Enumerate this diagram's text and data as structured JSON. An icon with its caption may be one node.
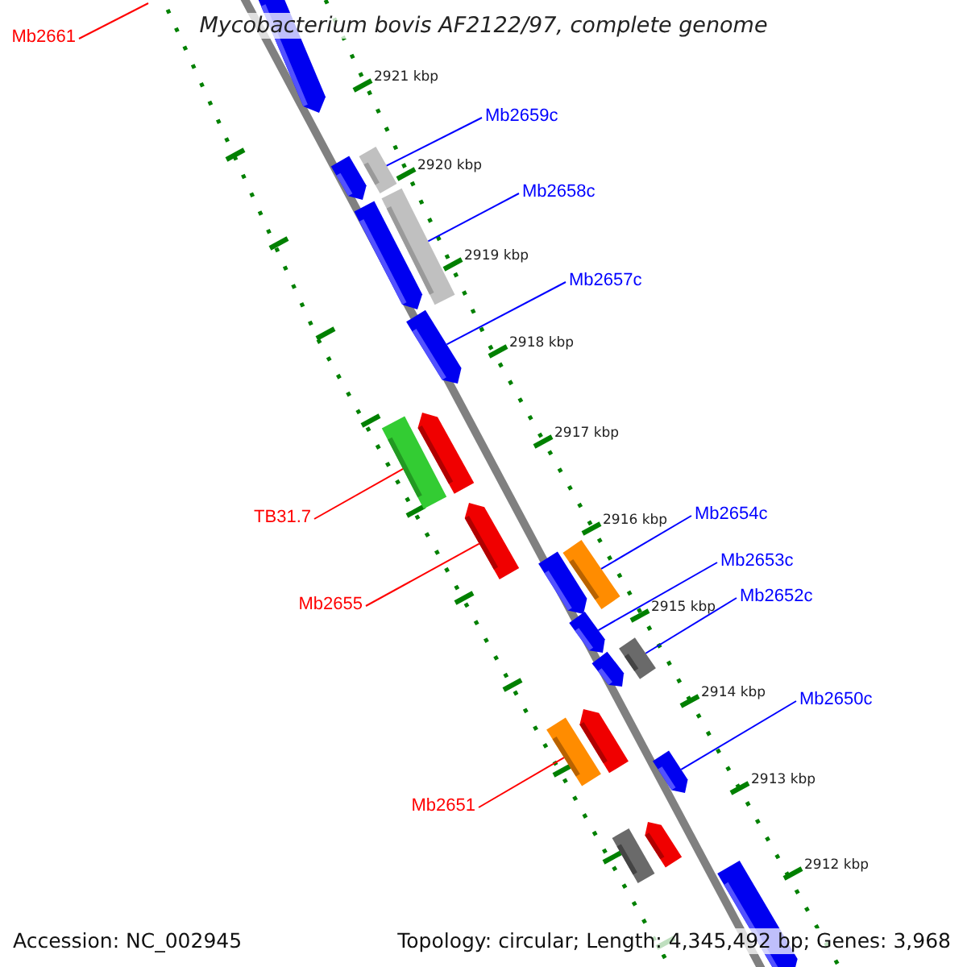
{
  "diagram": {
    "title": "Mycobacterium bovis AF2122/97, complete genome",
    "nodes": [
      {
        "text": [],
        "shape": "arrow"
      },
      {
        "text": [],
        "shape": "arrow"
      },
      {
        "text": [],
        "shape": "bar"
      },
      {
        "text": [],
        "shape": "arrow"
      },
      {
        "text": [],
        "shape": "bar"
      },
      {
        "text": [],
        "shape": "arrow"
      },
      {
        "text": [],
        "shape": "bar"
      },
      {
        "text": [],
        "shape": "arrow"
      },
      {
        "text": [],
        "shape": "arrow"
      },
      {
        "text": [],
        "shape": "arrow"
      },
      {
        "text": [],
        "shape": "bar"
      },
      {
        "text": [],
        "shape": "arrow"
      },
      {
        "text": [],
        "shape": "bar"
      },
      {
        "text": [],
        "shape": "arrow"
      },
      {
        "text": [],
        "shape": "bar"
      },
      {
        "text": [],
        "shape": "arrow"
      },
      {
        "text": [],
        "shape": "arrow"
      },
      {
        "text": [],
        "shape": "bar"
      },
      {
        "text": [],
        "shape": "arrow"
      },
      {
        "text": [],
        "shape": "arrow"
      },
      {
        "text": [
          "Mb2661"
        ]
      },
      {
        "text": [
          "Mb2659c"
        ]
      },
      {
        "text": [
          "Mb2658c"
        ]
      },
      {
        "text": [
          "Mb2657c"
        ]
      },
      {
        "text": [
          "TB31.7"
        ]
      },
      {
        "text": [
          "Mb2654c"
        ]
      },
      {
        "text": [
          "Mb2653c"
        ]
      },
      {
        "text": [
          "Mb2655"
        ]
      },
      {
        "text": [
          "Mb2652c"
        ]
      },
      {
        "text": [
          "Mb2650c"
        ]
      },
      {
        "text": [
          "Mb2651"
        ]
      }
    ],
    "edges": [
      {
        "from": 20,
        "to": null,
        "arrow": "none",
        "color": "#ff0000"
      },
      {
        "from": 21,
        "to": 2,
        "arrow": "none"
      },
      {
        "from": 22,
        "to": 4,
        "arrow": "none"
      },
      {
        "from": 23,
        "to": 5,
        "arrow": "none"
      },
      {
        "from": 24,
        "to": 6,
        "arrow": "none",
        "color": "#ff0000"
      },
      {
        "from": 25,
        "to": 10,
        "arrow": "none"
      },
      {
        "from": 26,
        "to": 11,
        "arrow": "none"
      },
      {
        "from": 27,
        "to": 8,
        "arrow": "none",
        "color": "#ff0000"
      },
      {
        "from": 28,
        "to": 12,
        "arrow": "none"
      },
      {
        "from": 29,
        "to": 16,
        "arrow": "none"
      },
      {
        "from": 30,
        "to": 14,
        "arrow": "none",
        "color": "#ff0000"
      }
    ],
    "labels": [
      "2921 kbp",
      "2920 kbp",
      "2919 kbp",
      "2918 kbp",
      "2917 kbp",
      "2916 kbp",
      "2915 kbp",
      "2914 kbp",
      "2913 kbp",
      "2912 kbp",
      "Accession: NC_002945",
      "Topology: circular; Length: 4,345,492 bp; Genes: 3,968"
    ]
  }
}
